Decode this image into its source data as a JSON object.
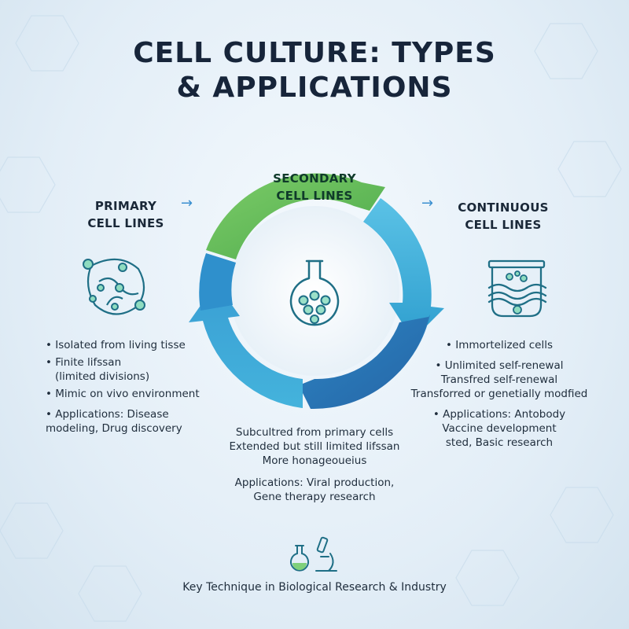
{
  "title": {
    "line1": "CELL CULTURE: TYPES",
    "line2": "& APPLICATIONS"
  },
  "stages": {
    "primary": {
      "name_line1": "PRIMARY",
      "name_line2": "CELL LINES",
      "bullets": [
        "• Isolated from living tisse",
        "• Finite lifssan",
        "(limited divisions)",
        "• Mimic on vivo environment",
        "• Applications: Disease",
        "modeling, Drug discovery"
      ]
    },
    "secondary": {
      "name_line1": "SECONDARY",
      "name_line2": "CELL LINES",
      "bullets": [
        "Subcultred from primary cells",
        "Extended but still limited lifssan",
        "More honageoueius",
        "Applications: Viral production,",
        "Gene therapy research"
      ]
    },
    "continuous": {
      "name_line1": "CONTINUOUS",
      "name_line2": "CELL LINES",
      "bullets": [
        "• Immortelized cells",
        "• Unlimited self-renewal",
        "Transfred self-renewal",
        "Transforred or genetially modfied",
        "• Applications: Antobody",
        "Vaccine development",
        "sted, Basic research"
      ]
    }
  },
  "arrows": [
    "→",
    "→"
  ],
  "footer": "Key Technique in Biological Research & Industry",
  "icons": {
    "center": "flask-icon",
    "primary": "tissue-cells-icon",
    "continuous": "culture-vessel-icon",
    "footer": [
      "flask-icon",
      "microscope-icon"
    ]
  },
  "colors": {
    "green": "#6cbf5c",
    "teal_light": "#46b3dd",
    "blue_mid": "#2f8ec8",
    "blue_dark": "#2a6fad",
    "icon_teal": "#1f6f86",
    "title": "#17253a"
  }
}
